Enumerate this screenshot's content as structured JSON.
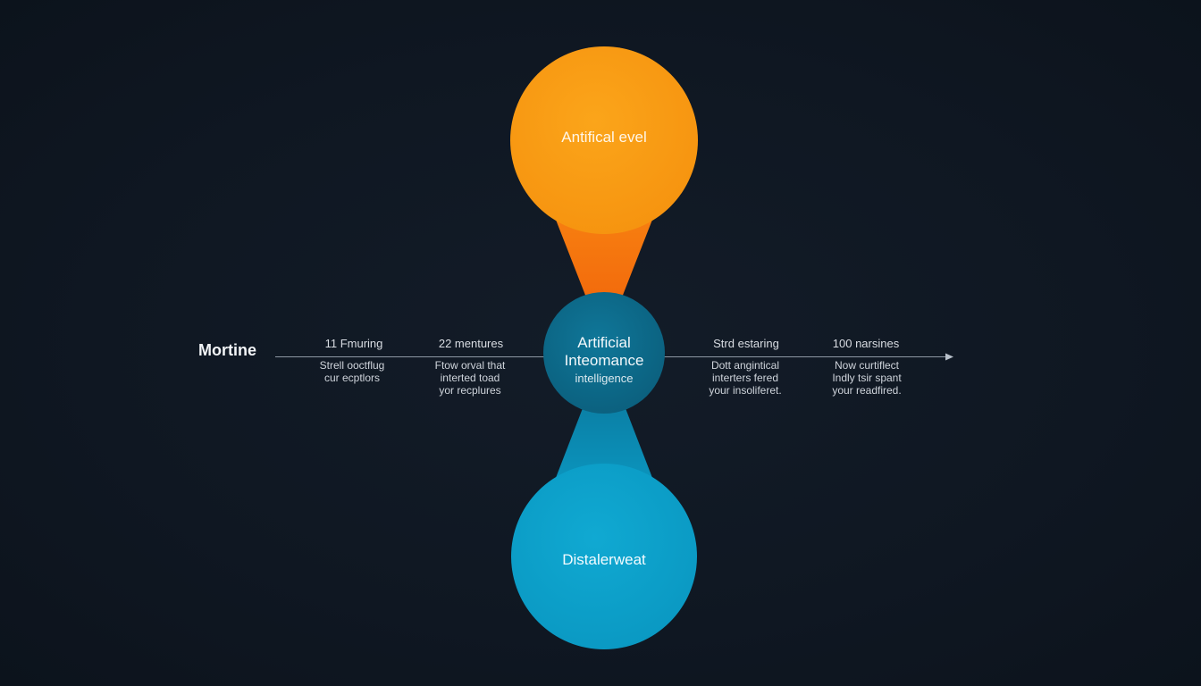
{
  "timeline": {
    "title": "Mortine",
    "steps": [
      {
        "head": "11 Fmuring",
        "desc": "Strell ooctflug\ncur ecptlors"
      },
      {
        "head": "22 mentures",
        "desc": "Ftow orval that\ninterted toad\nyor recplures"
      },
      {
        "head": "Strd estaring",
        "desc": "Dott angintical\ninterters fered\nyour insoliferet."
      },
      {
        "head": "100 narsines",
        "desc": "Now curtiflect\nIndly tsir spant\nyour readfired."
      }
    ]
  },
  "nodes": {
    "top": {
      "label": "Antifical evel"
    },
    "center": {
      "title": "Artificial\nInteomance",
      "subtitle": "intelligence"
    },
    "bottom": {
      "label": "Distalerweat"
    }
  },
  "colors": {
    "background": "#0f1722",
    "top_node": "#f89c14",
    "top_connector": "#f5720e",
    "center_node": "#0d6d8e",
    "bottom_connector": "#0b86aa",
    "bottom_node": "#0ea2cb",
    "timeline_line": "#8e98a4"
  }
}
